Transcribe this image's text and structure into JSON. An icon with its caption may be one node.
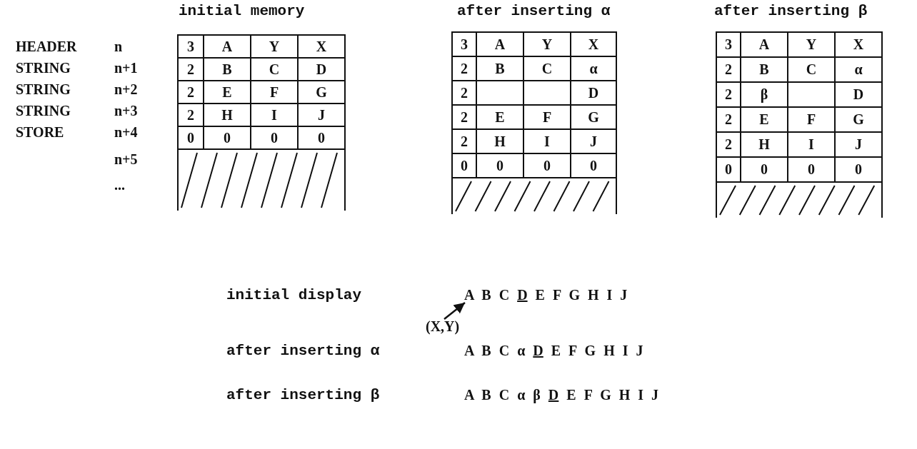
{
  "diagram": {
    "nodes": [
      {
        "text": [
          "(X,Y)"
        ]
      },
      {
        "text": [
          "A B C D E F G H I J"
        ]
      }
    ],
    "edges": [
      {
        "from": 0,
        "to": 1,
        "arrow": "to"
      }
    ],
    "labels": [
      "initial memory",
      "after inserting α",
      "after inserting β",
      "HEADER",
      "n",
      "STRING",
      "n+1",
      "STRING",
      "n+2",
      "STRING",
      "n+3",
      "STORE",
      "n+4",
      "n+5",
      "...",
      "3",
      "A",
      "Y",
      "X",
      "2",
      "B",
      "C",
      "D",
      "2",
      "E",
      "F",
      "G",
      "2",
      "H",
      "I",
      "J",
      "0",
      "0",
      "0",
      "0",
      "3",
      "A",
      "Y",
      "X",
      "2",
      "B",
      "C",
      "α",
      "2",
      "D",
      "2",
      "E",
      "F",
      "G",
      "2",
      "H",
      "I",
      "J",
      "0",
      "0",
      "0",
      "0",
      "3",
      "A",
      "Y",
      "X",
      "2",
      "B",
      "C",
      "α",
      "2",
      "β",
      "D",
      "2",
      "E",
      "F",
      "G",
      "2",
      "H",
      "I",
      "J",
      "0",
      "0",
      "0",
      "0",
      "initial display",
      "after inserting α",
      "A B C α D E F G H I J",
      "after inserting β",
      "A B C α β D E F G H I J"
    ]
  }
}
